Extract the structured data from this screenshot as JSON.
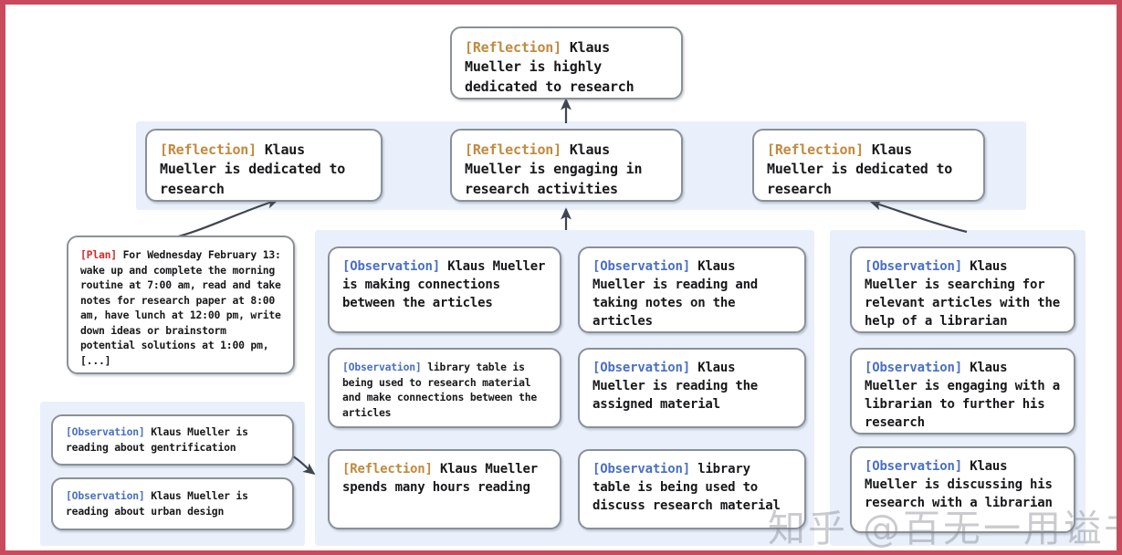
{
  "figure": {
    "frame_color": "#c94a5c",
    "panel_bg": "#e9f0fb",
    "node_border": "#8a9097",
    "tag_colors": {
      "reflection": "#c08a3e",
      "observation": "#4a6fc4",
      "plan": "#d02b2b"
    }
  },
  "watermark": {
    "text": "知乎 @百无一用谥书生"
  },
  "nodes": {
    "root_reflection": {
      "tag": "[Reflection]",
      "tag_type": "reflection",
      "text": " Klaus Mueller is highly dedicated to research"
    },
    "mid_reflection_left": {
      "tag": "[Reflection]",
      "tag_type": "reflection",
      "text": " Klaus Mueller is dedicated to research"
    },
    "mid_reflection_center": {
      "tag": "[Reflection]",
      "tag_type": "reflection",
      "text": " Klaus Mueller is engaging in research activities"
    },
    "mid_reflection_right": {
      "tag": "[Reflection]",
      "tag_type": "reflection",
      "text": " Klaus Mueller is dedicated to research"
    },
    "plan": {
      "tag": "[Plan]",
      "tag_type": "plan",
      "text": " For Wednesday February 13: wake up and complete the morning routine at 7:00 am, read and take notes for research paper at 8:00 am, have lunch at 12:00 pm, write down ideas or brainstorm potential solutions at 1:00 pm, [...]"
    },
    "obs_gentrification": {
      "tag": "[Observation]",
      "tag_type": "observation",
      "text": " Klaus Mueller is reading about gentrification"
    },
    "obs_urban_design": {
      "tag": "[Observation]",
      "tag_type": "observation",
      "text": " Klaus Mueller is reading about urban design"
    },
    "col2_obs_connections": {
      "tag": "[Observation]",
      "tag_type": "observation",
      "text": " Klaus Mueller is making connections between the articles"
    },
    "col2_obs_library_table": {
      "tag": "[Observation]",
      "tag_type": "observation",
      "text": " library table is being used to research material and make connections between the articles"
    },
    "col2_reflection_hours": {
      "tag": "[Reflection]",
      "tag_type": "reflection",
      "text": " Klaus Mueller spends many hours reading"
    },
    "col3_obs_taking_notes": {
      "tag": "[Observation]",
      "tag_type": "observation",
      "text": " Klaus Mueller is reading and taking notes on the articles"
    },
    "col3_obs_assigned_material": {
      "tag": "[Observation]",
      "tag_type": "observation",
      "text": " Klaus Mueller is reading the assigned material"
    },
    "col3_obs_discuss_material": {
      "tag": "[Observation]",
      "tag_type": "observation",
      "text": " library table is being used to discuss research material"
    },
    "col4_obs_searching": {
      "tag": "[Observation]",
      "tag_type": "observation",
      "text": " Klaus Mueller is searching for relevant articles with the help of a librarian"
    },
    "col4_obs_engaging": {
      "tag": "[Observation]",
      "tag_type": "observation",
      "text": " Klaus Mueller is engaging with a librarian to further his research"
    },
    "col4_obs_discussing": {
      "tag": "[Observation]",
      "tag_type": "observation",
      "text": " Klaus Mueller is discussing his research with a librarian"
    }
  }
}
